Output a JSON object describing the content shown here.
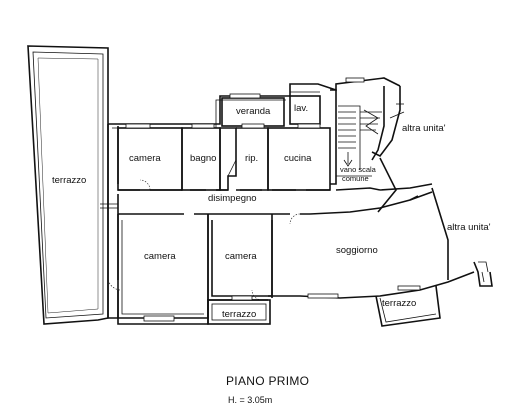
{
  "rooms": {
    "terrazzo_left": "terrazzo",
    "veranda": "veranda",
    "lav": "lav.",
    "camera_top": "camera",
    "bagno": "bagno",
    "rip": "rip.",
    "cucina": "cucina",
    "vano_scala_line1": "vano scala",
    "vano_scala_line2": "comune",
    "disimpegno": "disimpegno",
    "camera_left": "camera",
    "camera_mid": "camera",
    "soggiorno": "soggiorno",
    "terrazzo_bottom": "terrazzo",
    "terrazzo_right": "terrazzo",
    "altra_unita_top": "altra unita'",
    "altra_unita_right": "altra unita'"
  },
  "footer": {
    "title": "PIANO PRIMO",
    "height": "H. = 3.05m"
  }
}
